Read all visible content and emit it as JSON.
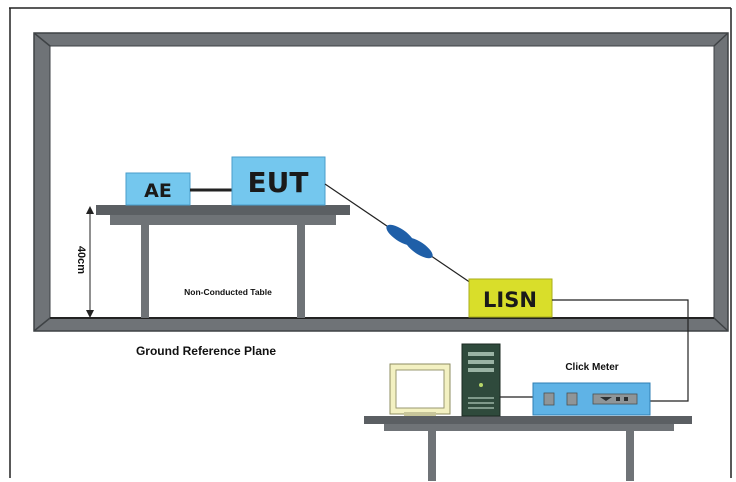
{
  "labels": {
    "ae": "AE",
    "eut": "EUT",
    "lisn": "LISN",
    "height": "40cm",
    "table": "Non-Conducted Table",
    "ground_plane": "Ground Reference Plane",
    "click_meter": "Click Meter"
  },
  "colors": {
    "frame": "#6f7377",
    "frame_dark": "#3e4245",
    "box_blue": "#74c7ee",
    "lisn_yellow": "#d9de2a",
    "table_dark": "#5b5f63",
    "ferrite": "#1f5fa8",
    "meter_blue": "#5fb3e6",
    "monitor_bezel": "#f3f1c2",
    "pc_tower": "#2f4a3c"
  }
}
